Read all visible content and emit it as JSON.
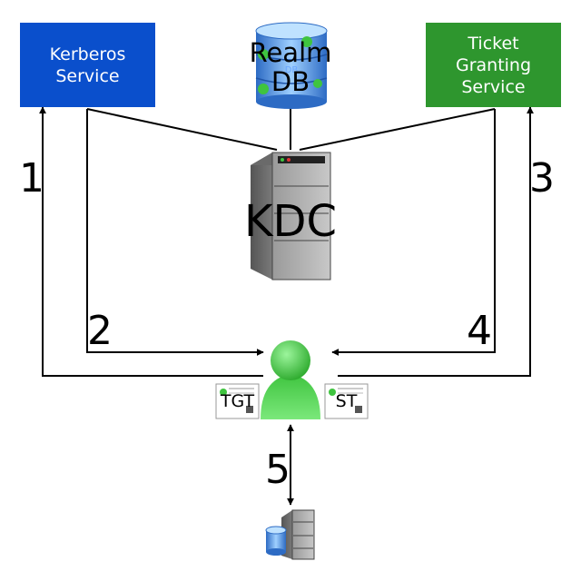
{
  "nodes": {
    "kerberos_service": {
      "label": "Kerberos\nService",
      "color": "#0a4fcc"
    },
    "ticket_granting_service": {
      "label": "Ticket\nGranting\nService",
      "color": "#2e962e"
    },
    "realm_db": {
      "label": "Realm\nDB",
      "db_glyph": "DB"
    },
    "kdc": {
      "label": "KDC"
    },
    "tgt_ticket": {
      "label": "TGT"
    },
    "st_ticket": {
      "label": "ST"
    }
  },
  "steps": [
    "1",
    "2",
    "3",
    "4",
    "5"
  ],
  "colors": {
    "user": "#4fd04f",
    "line": "#000000",
    "server_body": "#8a8a8a"
  }
}
